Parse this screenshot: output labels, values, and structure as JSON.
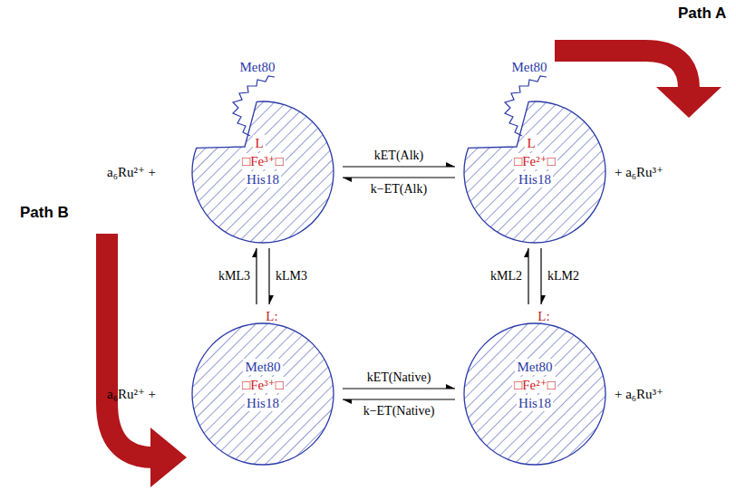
{
  "diagram": {
    "nodes": [
      {
        "text": [
          "Met80",
          "L",
          "□Fe³⁺□",
          "His18"
        ]
      },
      {
        "text": [
          "Met80",
          "L",
          "□Fe²⁺□",
          "His18"
        ]
      },
      {
        "text": [
          "L:",
          "Met80",
          "□Fe³⁺□",
          "His18"
        ]
      },
      {
        "text": [
          "L:",
          "Met80",
          "□Fe²⁺□",
          "His18"
        ]
      }
    ],
    "edges": [
      {
        "from": 0,
        "to": 1,
        "label": "kET(Alk)",
        "arrow": "to"
      },
      {
        "from": 1,
        "to": 0,
        "label": "k−ET(Alk)",
        "arrow": "to"
      },
      {
        "from": 2,
        "to": 0,
        "label": "kML3",
        "arrow": "to"
      },
      {
        "from": 0,
        "to": 2,
        "label": "kLM3",
        "arrow": "to"
      },
      {
        "from": 3,
        "to": 1,
        "label": "kML2",
        "arrow": "to"
      },
      {
        "from": 1,
        "to": 3,
        "label": "kLM2",
        "arrow": "to"
      },
      {
        "from": 2,
        "to": 3,
        "label": "kET(Native)",
        "arrow": "to"
      },
      {
        "from": 3,
        "to": 2,
        "label": "k−ET(Native)",
        "arrow": "to"
      }
    ],
    "labels": [
      "a₆Ru²⁺ +",
      "+ a₆Ru³⁺",
      "a₆Ru²⁺ +",
      "+ a₆Ru³⁺",
      "Path A",
      "Path B"
    ]
  }
}
